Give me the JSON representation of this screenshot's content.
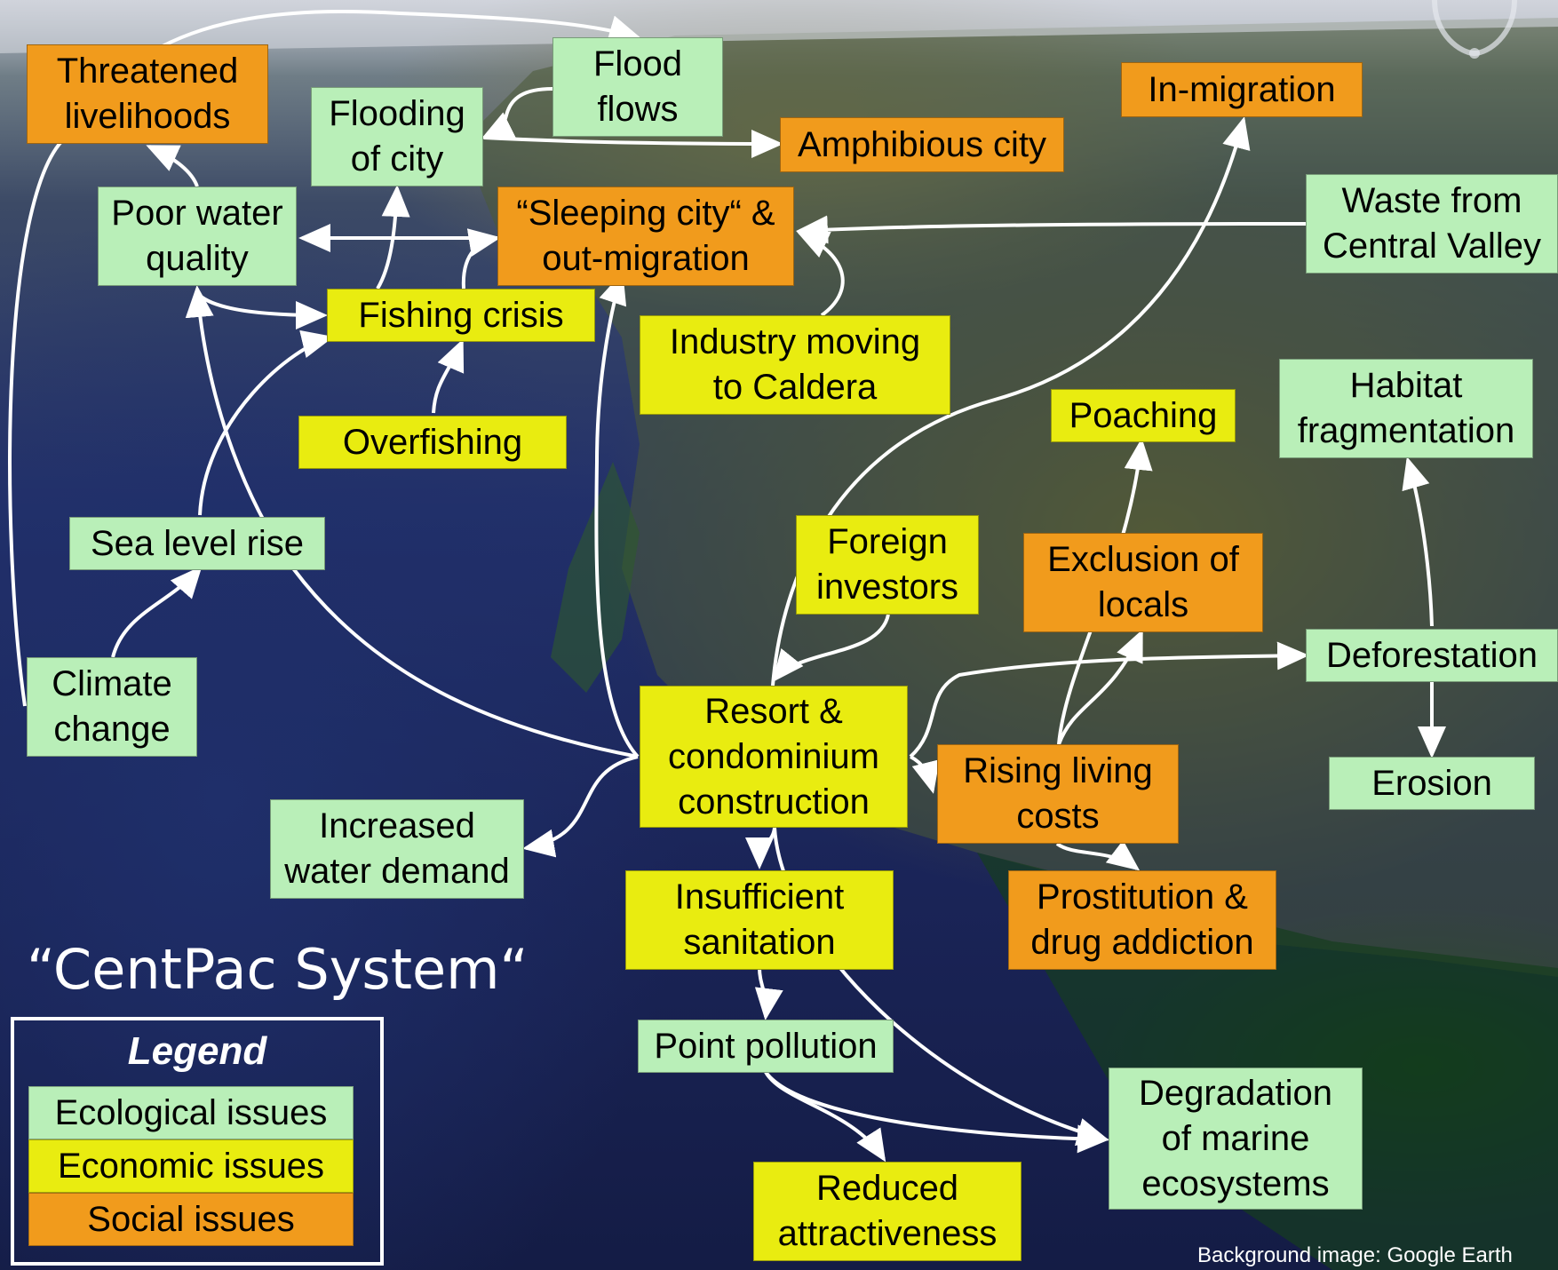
{
  "colors": {
    "ecological": "#b9efb8",
    "economic": "#e9ec10",
    "social": "#f19b1c",
    "arrow": "#ffffff"
  },
  "title": "“CentPac System“",
  "credit": "Background image: Google Earth",
  "legend": {
    "title": "Legend",
    "items": {
      "ecological": "Ecological issues",
      "economic": "Economic issues",
      "social": "Social issues"
    }
  },
  "nodes": {
    "threatened_livelihoods": "Threatened\nlivelihoods",
    "flood_flows": "Flood\nflows",
    "flooding_of_city": "Flooding\nof city",
    "in_migration": "In-migration",
    "amphibious_city": "Amphibious city",
    "poor_water_quality": "Poor water\nquality",
    "sleeping_city": "“Sleeping city“ &\nout-migration",
    "waste_central_valley": "Waste from\nCentral Valley",
    "fishing_crisis": "Fishing crisis",
    "industry_caldera": "Industry moving\nto Caldera",
    "habitat_fragmentation": "Habitat\nfragmentation",
    "poaching": "Poaching",
    "overfishing": "Overfishing",
    "sea_level_rise": "Sea level rise",
    "foreign_investors": "Foreign\ninvestors",
    "exclusion_locals": "Exclusion of\nlocals",
    "deforestation": "Deforestation",
    "climate_change": "Climate\nchange",
    "resort_construction": "Resort &\ncondominium\nconstruction",
    "rising_costs": "Rising living\ncosts",
    "erosion": "Erosion",
    "water_demand": "Increased\nwater demand",
    "insufficient_sanitation": "Insufficient\nsanitation",
    "prostitution": "Prostitution &\ndrug addiction",
    "point_pollution": "Point pollution",
    "degradation_marine": "Degradation\nof marine\necosystems",
    "reduced_attractiveness": "Reduced\nattractiveness"
  }
}
